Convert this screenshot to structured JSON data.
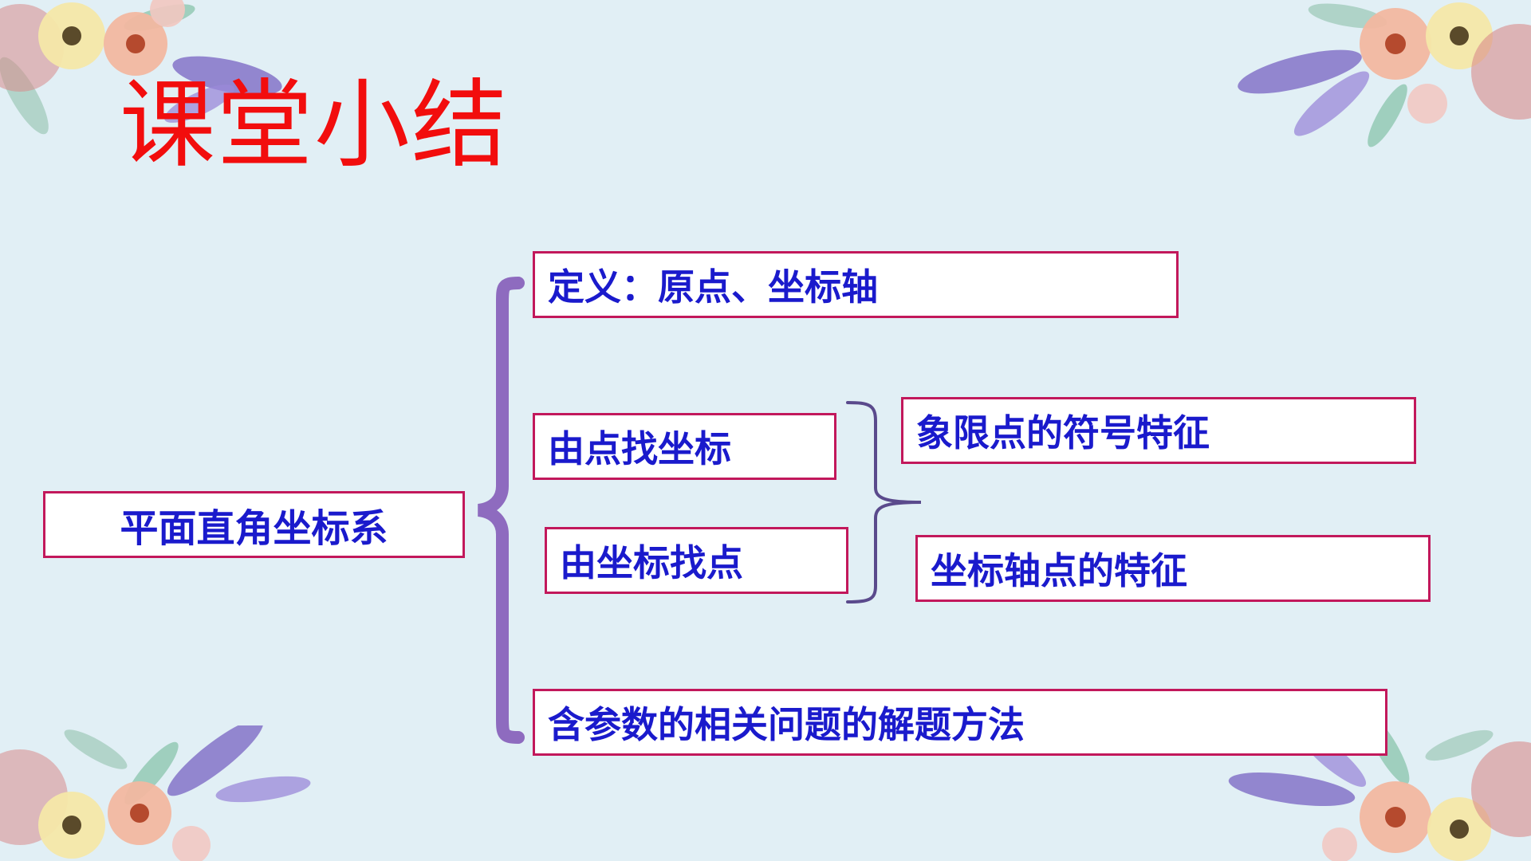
{
  "slide": {
    "title": "课堂小结"
  },
  "diagram": {
    "root": "平面直角坐标系",
    "branches": {
      "definition": "定义：原点、坐标轴",
      "point_to_coord": "由点找坐标",
      "coord_to_point": "由坐标找点",
      "parameter_methods": "含参数的相关问题的解题方法"
    },
    "sub_branches": {
      "quadrant_signs": "象限点的符号特征",
      "axis_points": "坐标轴点的特征"
    }
  },
  "colors": {
    "background": "#e1eff5",
    "title": "#f20d0d",
    "box_border": "#c2185b",
    "box_text": "#1a1acc",
    "main_bracket": "#8e6bbf",
    "sub_bracket": "#5a4a8c"
  },
  "decorations": [
    "flower-corner-top-left",
    "flower-corner-top-right",
    "flower-corner-bottom-left",
    "flower-corner-bottom-right"
  ]
}
